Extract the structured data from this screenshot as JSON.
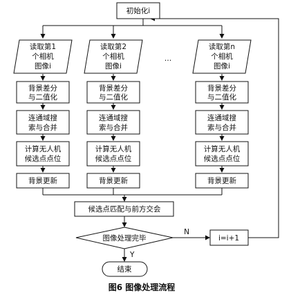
{
  "init": "初始化i",
  "cameras": [
    {
      "read": [
        "读取第1",
        "个相机",
        "图像i"
      ]
    },
    {
      "read": [
        "读取第2",
        "个相机",
        "图像i"
      ]
    },
    {
      "read": [
        "读取第n",
        "个相机",
        "图像i"
      ]
    }
  ],
  "ellipsis": "…",
  "steps": {
    "bg_diff": [
      "背景差分",
      "与二值化"
    ],
    "connect": [
      "连通域搜",
      "索与合并"
    ],
    "candidate": [
      "计算无人机",
      "候选点点位"
    ],
    "bg_update": "背景更新"
  },
  "match": "候选点匹配与前方交会",
  "decision": "图像处理完毕",
  "increment": "i=i+1",
  "no_label": "N",
  "yes_label": "Y",
  "end": "结束",
  "caption": "图6  图像处理流程"
}
